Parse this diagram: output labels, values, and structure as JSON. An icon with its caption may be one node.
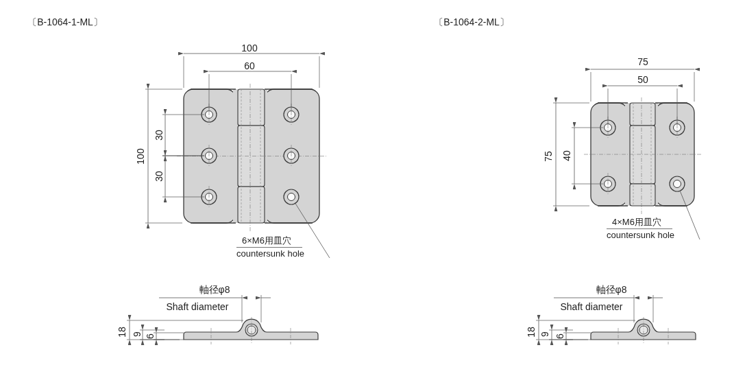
{
  "diagram": {
    "nodes": [
      {
        "text": [
          "6×M6用皿穴",
          "countersunk hole"
        ]
      },
      {
        "text": [],
        "shape": "circle"
      },
      {
        "text": [
          "4×M6用皿穴",
          "countersunk hole"
        ]
      },
      {
        "text": [],
        "shape": "circle"
      }
    ],
    "edges": [
      {
        "from": 0,
        "to": 1,
        "arrow": "none"
      },
      {
        "from": 2,
        "to": 3,
        "arrow": "none"
      }
    ],
    "labels": [
      "〔B-1064-1-ML〕",
      "100",
      "60",
      "100",
      "30",
      "30",
      "軸径φ8",
      "Shaft diameter",
      "18",
      "9",
      "6",
      "〔B-1064-2-ML〕",
      "75",
      "50",
      "75",
      "40",
      "軸径φ8",
      "Shaft diameter",
      "18",
      "9",
      "6"
    ]
  }
}
